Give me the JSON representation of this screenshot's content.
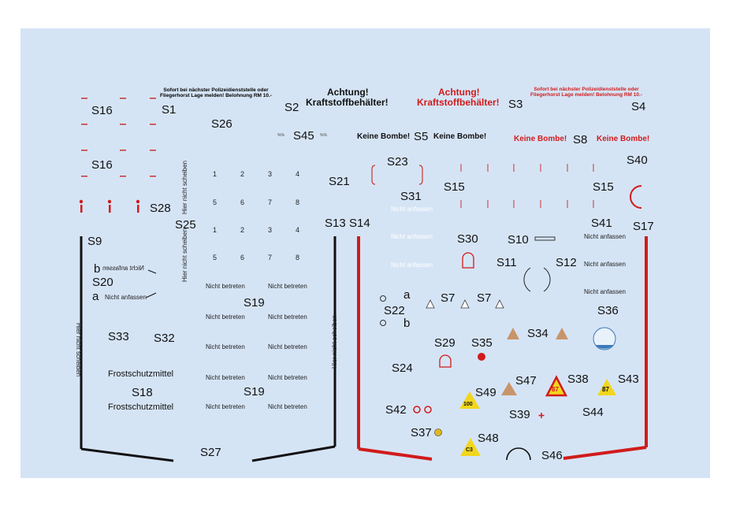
{
  "labels": {
    "s1": "S1",
    "s2": "S2",
    "s3": "S3",
    "s4": "S4",
    "s5": "S5",
    "s7a": "S7",
    "s7b": "S7",
    "s8": "S8",
    "s9": "S9",
    "s10": "S10",
    "s11": "S11",
    "s12": "S12",
    "s13": "S13",
    "s14": "S14",
    "s15a": "S15",
    "s15b": "S15",
    "s16a": "S16",
    "s16b": "S16",
    "s17": "S17",
    "s18": "S18",
    "s19a": "S19",
    "s19b": "S19",
    "s20": "S20",
    "s21": "S21",
    "s22": "S22",
    "s23": "S23",
    "s24": "S24",
    "s25": "S25",
    "s26": "S26",
    "s27": "S27",
    "s28": "S28",
    "s29": "S29",
    "s30": "S30",
    "s31": "S31",
    "s32": "S32",
    "s33": "S33",
    "s34": "S34",
    "s35": "S35",
    "s36": "S36",
    "s37": "S37",
    "s38": "S38",
    "s39": "S39",
    "s40": "S40",
    "s41": "S41",
    "s42": "S42",
    "s43": "S43",
    "s44": "S44",
    "s45": "S45",
    "s46": "S46",
    "s47": "S47",
    "s48": "S48",
    "s49": "S49"
  },
  "texts": {
    "reward_notice": "Sofort bei nächster Polizeidienststelle oder Fliegerhorst Lage melden! Belohnung RM 10.-",
    "achtung": "Achtung!",
    "kraftstoff": "Kraftstoffbehälter!",
    "keine_bombe": "Keine Bombe!",
    "nicht_anfassen": "Nicht anfassen",
    "nicht_betreten": "Nicht betreten",
    "frostschutz": "Frostschutzmittel",
    "hier_nicht_scheiben": "Hier nicht scheiben",
    "a": "a",
    "b": "b",
    "nicht_anfassen_flip": "Nicht anfassen",
    "wkn": "%%",
    "num100": "100",
    "num87": "87",
    "c3": "C3",
    "tri87": "87"
  },
  "s26_numbers": {
    "row1": [
      "1",
      "2",
      "3",
      "4"
    ],
    "row2": [
      "5",
      "6",
      "7",
      "8"
    ],
    "row3": [
      "1",
      "2",
      "3",
      "4"
    ],
    "row4": [
      "5",
      "6",
      "7",
      "8"
    ]
  },
  "colors": {
    "sheet": "#d5e4f5",
    "red": "#d11b1b",
    "black": "#111111",
    "yellow": "#f2d61d",
    "tan": "#c8956a"
  }
}
